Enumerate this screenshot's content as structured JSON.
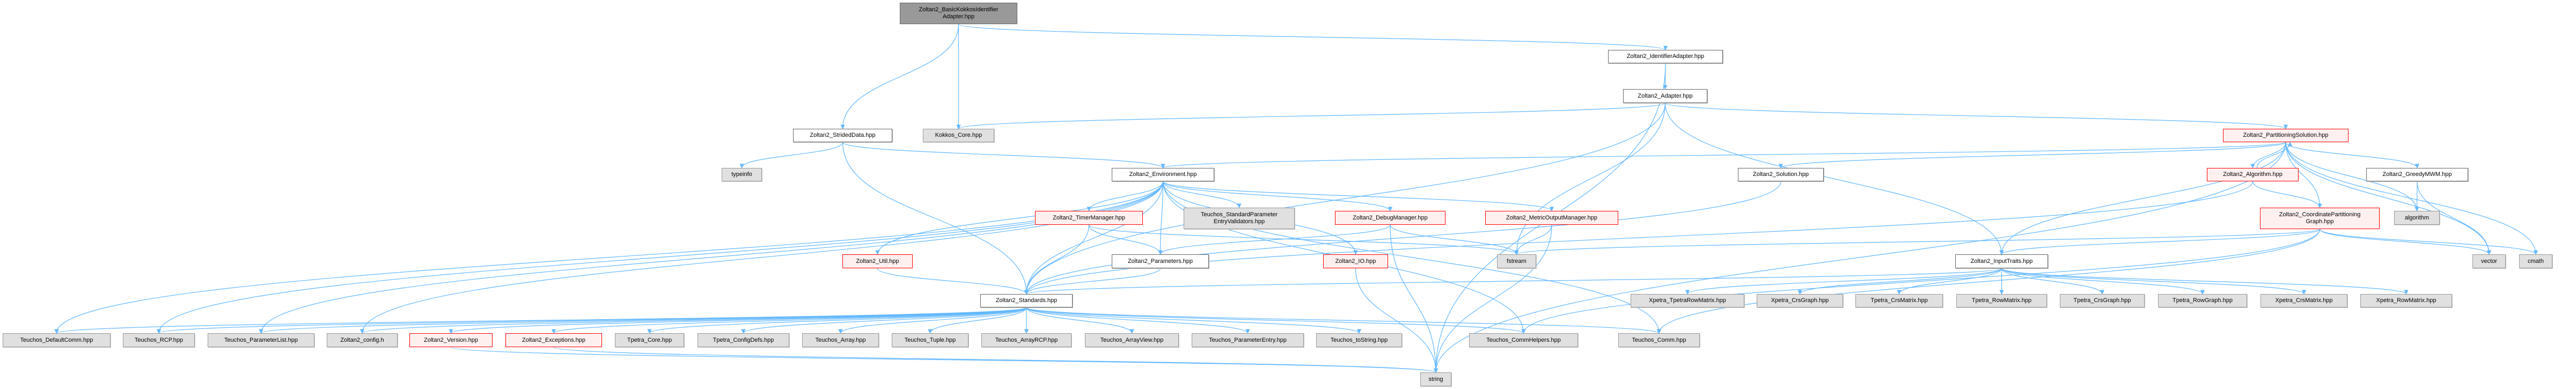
{
  "graph": {
    "edge_color": "#63b8ff",
    "nodes": [
      {
        "id": "main",
        "label": "Zoltan2_BasicKokkosIdentifier\nAdapter.hpp",
        "kind": "main"
      },
      {
        "id": "identadapter",
        "label": "Zoltan2_IdentifierAdapter.hpp",
        "kind": "normal"
      },
      {
        "id": "adapter",
        "label": "Zoltan2_Adapter.hpp",
        "kind": "normal"
      },
      {
        "id": "strided",
        "label": "Zoltan2_StridedData.hpp",
        "kind": "normal"
      },
      {
        "id": "kokkos",
        "label": "Kokkos_Core.hpp",
        "kind": "gray"
      },
      {
        "id": "typeinfo",
        "label": "typeinfo",
        "kind": "gray"
      },
      {
        "id": "env",
        "label": "Zoltan2_Environment.hpp",
        "kind": "normal"
      },
      {
        "id": "partsol",
        "label": "Zoltan2_PartitioningSolution.hpp",
        "kind": "red"
      },
      {
        "id": "solution",
        "label": "Zoltan2_Solution.hpp",
        "kind": "normal"
      },
      {
        "id": "algorithm_h",
        "label": "Zoltan2_Algorithm.hpp",
        "kind": "red"
      },
      {
        "id": "greedy",
        "label": "Zoltan2_GreedyMWM.hpp",
        "kind": "normal"
      },
      {
        "id": "timer",
        "label": "Zoltan2_TimerManager.hpp",
        "kind": "red"
      },
      {
        "id": "spev",
        "label": "Teuchos_StandardParameter\nEntryValidators.hpp",
        "kind": "gray"
      },
      {
        "id": "debug",
        "label": "Zoltan2_DebugManager.hpp",
        "kind": "red"
      },
      {
        "id": "metric",
        "label": "Zoltan2_MetricOutputManager.hpp",
        "kind": "red"
      },
      {
        "id": "cpg",
        "label": "Zoltan2_CoordinatePartitioning\nGraph.hpp",
        "kind": "red"
      },
      {
        "id": "algorithm",
        "label": "algorithm",
        "kind": "gray"
      },
      {
        "id": "util",
        "label": "Zoltan2_Util.hpp",
        "kind": "red"
      },
      {
        "id": "params",
        "label": "Zoltan2_Parameters.hpp",
        "kind": "normal"
      },
      {
        "id": "io",
        "label": "Zoltan2_IO.hpp",
        "kind": "red"
      },
      {
        "id": "fstream",
        "label": "fstream",
        "kind": "gray"
      },
      {
        "id": "inputtraits",
        "label": "Zoltan2_InputTraits.hpp",
        "kind": "normal"
      },
      {
        "id": "vector",
        "label": "vector",
        "kind": "gray"
      },
      {
        "id": "cmath",
        "label": "cmath",
        "kind": "gray"
      },
      {
        "id": "standards",
        "label": "Zoltan2_Standards.hpp",
        "kind": "normal"
      },
      {
        "id": "xtprm",
        "label": "Xpetra_TpetraRowMatrix.hpp",
        "kind": "gray"
      },
      {
        "id": "xcg",
        "label": "Xpetra_CrsGraph.hpp",
        "kind": "gray"
      },
      {
        "id": "tcm",
        "label": "Tpetra_CrsMatrix.hpp",
        "kind": "gray"
      },
      {
        "id": "trm",
        "label": "Tpetra_RowMatrix.hpp",
        "kind": "gray"
      },
      {
        "id": "tcg",
        "label": "Tpetra_CrsGraph.hpp",
        "kind": "gray"
      },
      {
        "id": "trg",
        "label": "Tpetra_RowGraph.hpp",
        "kind": "gray"
      },
      {
        "id": "xcm",
        "label": "Xpetra_CrsMatrix.hpp",
        "kind": "gray"
      },
      {
        "id": "xrm",
        "label": "Xpetra_RowMatrix.hpp",
        "kind": "gray"
      },
      {
        "id": "defcomm",
        "label": "Teuchos_DefaultComm.hpp",
        "kind": "gray"
      },
      {
        "id": "rcp",
        "label": "Teuchos_RCP.hpp",
        "kind": "gray"
      },
      {
        "id": "plist",
        "label": "Teuchos_ParameterList.hpp",
        "kind": "gray"
      },
      {
        "id": "config",
        "label": "Zoltan2_config.h",
        "kind": "gray"
      },
      {
        "id": "version",
        "label": "Zoltan2_Version.hpp",
        "kind": "red"
      },
      {
        "id": "exceptions",
        "label": "Zoltan2_Exceptions.hpp",
        "kind": "red"
      },
      {
        "id": "tcore",
        "label": "Tpetra_Core.hpp",
        "kind": "gray"
      },
      {
        "id": "tconfig",
        "label": "Tpetra_ConfigDefs.hpp",
        "kind": "gray"
      },
      {
        "id": "tarray",
        "label": "Teuchos_Array.hpp",
        "kind": "gray"
      },
      {
        "id": "ttuple",
        "label": "Teuchos_Tuple.hpp",
        "kind": "gray"
      },
      {
        "id": "tarcp",
        "label": "Teuchos_ArrayRCP.hpp",
        "kind": "gray"
      },
      {
        "id": "tav",
        "label": "Teuchos_ArrayView.hpp",
        "kind": "gray"
      },
      {
        "id": "tpe",
        "label": "Teuchos_ParameterEntry.hpp",
        "kind": "gray"
      },
      {
        "id": "tts",
        "label": "Teuchos_toString.hpp",
        "kind": "gray"
      },
      {
        "id": "commhelpers",
        "label": "Teuchos_CommHelpers.hpp",
        "kind": "gray"
      },
      {
        "id": "comm",
        "label": "Teuchos_Comm.hpp",
        "kind": "gray"
      },
      {
        "id": "string",
        "label": "string",
        "kind": "gray"
      }
    ],
    "edges": [
      [
        "main",
        "strided"
      ],
      [
        "main",
        "kokkos"
      ],
      [
        "main",
        "identadapter"
      ],
      [
        "identadapter",
        "adapter"
      ],
      [
        "identadapter",
        "string"
      ],
      [
        "adapter",
        "kokkos"
      ],
      [
        "adapter",
        "standards"
      ],
      [
        "adapter",
        "partsol"
      ],
      [
        "adapter",
        "inputtraits"
      ],
      [
        "adapter",
        "fstream"
      ],
      [
        "strided",
        "typeinfo"
      ],
      [
        "strided",
        "env"
      ],
      [
        "strided",
        "standards"
      ],
      [
        "env",
        "defcomm"
      ],
      [
        "env",
        "rcp"
      ],
      [
        "env",
        "plist"
      ],
      [
        "env",
        "config"
      ],
      [
        "env",
        "util"
      ],
      [
        "env",
        "standards"
      ],
      [
        "env",
        "timer"
      ],
      [
        "env",
        "params"
      ],
      [
        "env",
        "spev"
      ],
      [
        "env",
        "debug"
      ],
      [
        "env",
        "io"
      ],
      [
        "env",
        "metric"
      ],
      [
        "env",
        "commhelpers"
      ],
      [
        "env",
        "comm"
      ],
      [
        "partsol",
        "env"
      ],
      [
        "partsol",
        "solution"
      ],
      [
        "partsol",
        "algorithm_h"
      ],
      [
        "partsol",
        "greedy"
      ],
      [
        "partsol",
        "cpg"
      ],
      [
        "partsol",
        "algorithm"
      ],
      [
        "partsol",
        "vector"
      ],
      [
        "partsol",
        "cmath"
      ],
      [
        "partsol",
        "inputtraits"
      ],
      [
        "partsol",
        "string"
      ],
      [
        "algorithm_h",
        "partsol"
      ],
      [
        "algorithm_h",
        "cpg"
      ],
      [
        "algorithm_h",
        "standards"
      ],
      [
        "solution",
        "standards"
      ],
      [
        "greedy",
        "algorithm"
      ],
      [
        "greedy",
        "vector"
      ],
      [
        "cpg",
        "inputtraits"
      ],
      [
        "cpg",
        "fstream"
      ],
      [
        "cpg",
        "vector"
      ],
      [
        "cpg",
        "cmath"
      ],
      [
        "cpg",
        "comm"
      ],
      [
        "cpg",
        "commhelpers"
      ],
      [
        "timer",
        "standards"
      ],
      [
        "timer",
        "params"
      ],
      [
        "timer",
        "fstream"
      ],
      [
        "debug",
        "params"
      ],
      [
        "debug",
        "string"
      ],
      [
        "debug",
        "fstream"
      ],
      [
        "metric",
        "fstream"
      ],
      [
        "metric",
        "string"
      ],
      [
        "io",
        "string"
      ],
      [
        "util",
        "standards"
      ],
      [
        "params",
        "standards"
      ],
      [
        "inputtraits",
        "standards"
      ],
      [
        "inputtraits",
        "xtprm"
      ],
      [
        "inputtraits",
        "xcg"
      ],
      [
        "inputtraits",
        "tcm"
      ],
      [
        "inputtraits",
        "trm"
      ],
      [
        "inputtraits",
        "tcg"
      ],
      [
        "inputtraits",
        "trg"
      ],
      [
        "inputtraits",
        "xcm"
      ],
      [
        "inputtraits",
        "xrm"
      ],
      [
        "standards",
        "defcomm"
      ],
      [
        "standards",
        "rcp"
      ],
      [
        "standards",
        "plist"
      ],
      [
        "standards",
        "config"
      ],
      [
        "standards",
        "version"
      ],
      [
        "standards",
        "exceptions"
      ],
      [
        "standards",
        "tcore"
      ],
      [
        "standards",
        "tconfig"
      ],
      [
        "standards",
        "tarray"
      ],
      [
        "standards",
        "ttuple"
      ],
      [
        "standards",
        "tarcp"
      ],
      [
        "standards",
        "tav"
      ],
      [
        "standards",
        "tpe"
      ],
      [
        "standards",
        "tts"
      ],
      [
        "standards",
        "commhelpers"
      ],
      [
        "standards",
        "comm"
      ],
      [
        "version",
        "string"
      ],
      [
        "exceptions",
        "string"
      ]
    ]
  }
}
